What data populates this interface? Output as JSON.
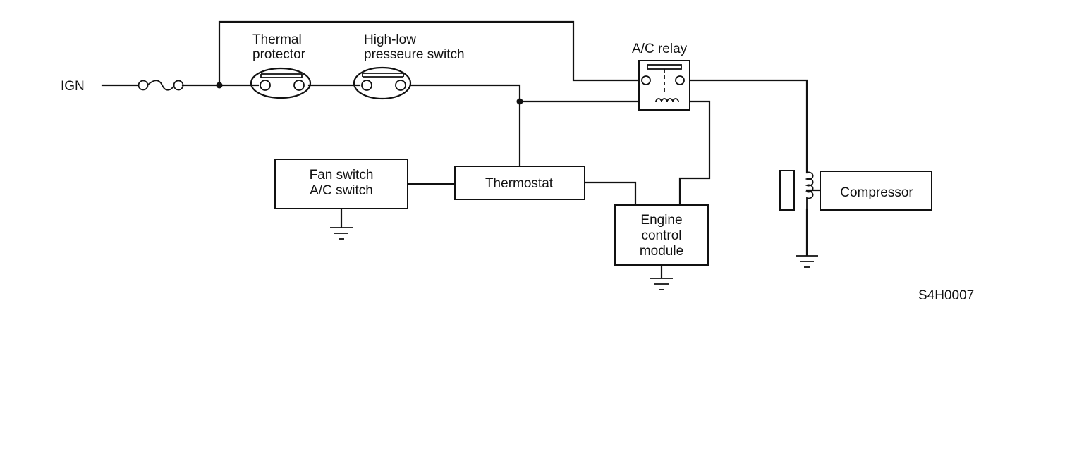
{
  "labels": {
    "ign": "IGN",
    "thermal_protector": [
      "Thermal",
      "protector"
    ],
    "pressure_switch": [
      "High-low",
      "presseure switch"
    ],
    "ac_relay": "A/C relay",
    "fan_switch": [
      "Fan switch",
      "A/C switch"
    ],
    "thermostat": "Thermostat",
    "ecm": [
      "Engine",
      "control",
      "module"
    ],
    "compressor": "Compressor",
    "figure_code": "S4H0007"
  },
  "colors": {
    "ink": "#111111",
    "background": "#ffffff"
  }
}
